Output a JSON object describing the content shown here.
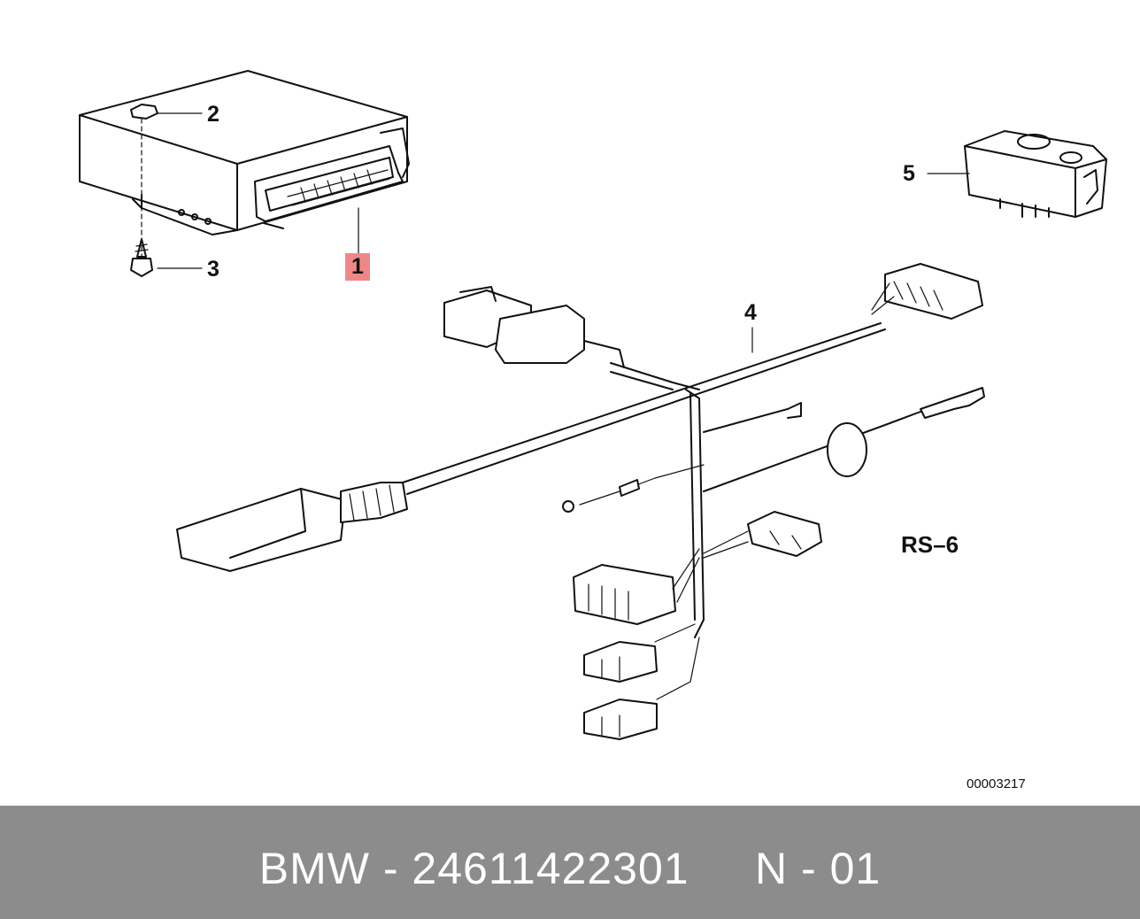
{
  "diagram": {
    "callouts": {
      "part1": "1",
      "part2": "2",
      "part3": "3",
      "part4": "4",
      "part5": "5"
    },
    "highlighted_callout": "1",
    "highlight_color": "#ee8888",
    "variant_label": "RS–6",
    "image_number": "00003217"
  },
  "footer": {
    "text": "BMW - 24611422301     N - 01",
    "background": "#8c8c8c",
    "text_color": "#ffffff"
  }
}
